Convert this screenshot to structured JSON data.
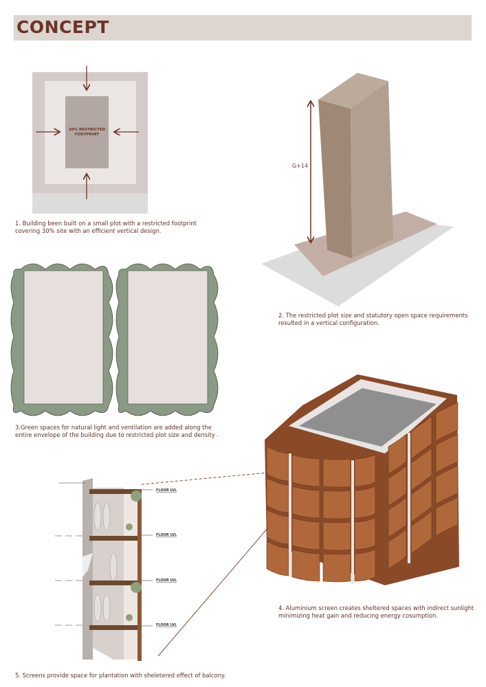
{
  "header": {
    "title": "CONCEPT"
  },
  "diagram1": {
    "footprint_label_line1": "30% RESTRICTED",
    "footprint_label_line2": "FOOTPRINT",
    "caption_line1": "1. Building been built on a small plot with a restricted footprint",
    "caption_line2": "covering 30% site with an efficient vertical design."
  },
  "diagram2": {
    "height_label": "G+14",
    "caption_line1": "2. The restricted plot size and statutory open space requirements",
    "caption_line2": "resulted in a vertical configuration."
  },
  "diagram3": {
    "caption_line1": "3.Green spaces for natural light and ventilation are added along the",
    "caption_line2": "entire envelope of the building due to restricted plot size and density ."
  },
  "diagram4": {
    "caption_line1": "4. Aluminium screen creates sheltered spaces with indirect sunlight",
    "caption_line2": "minimizing heat gain and reducing energy cosumption."
  },
  "diagram5": {
    "floor_labels": [
      "FLOOR LVL",
      "FLOOR LVL",
      "FLOOR LVL",
      "FLOOR LVL"
    ],
    "caption": "5. Screens provide space for plantation with sheletered effect of balcony."
  },
  "colors": {
    "accent": "#6b3427",
    "header_bg": "#ddd5cf",
    "screen": "#9a5530",
    "green": "#8a9a85"
  }
}
